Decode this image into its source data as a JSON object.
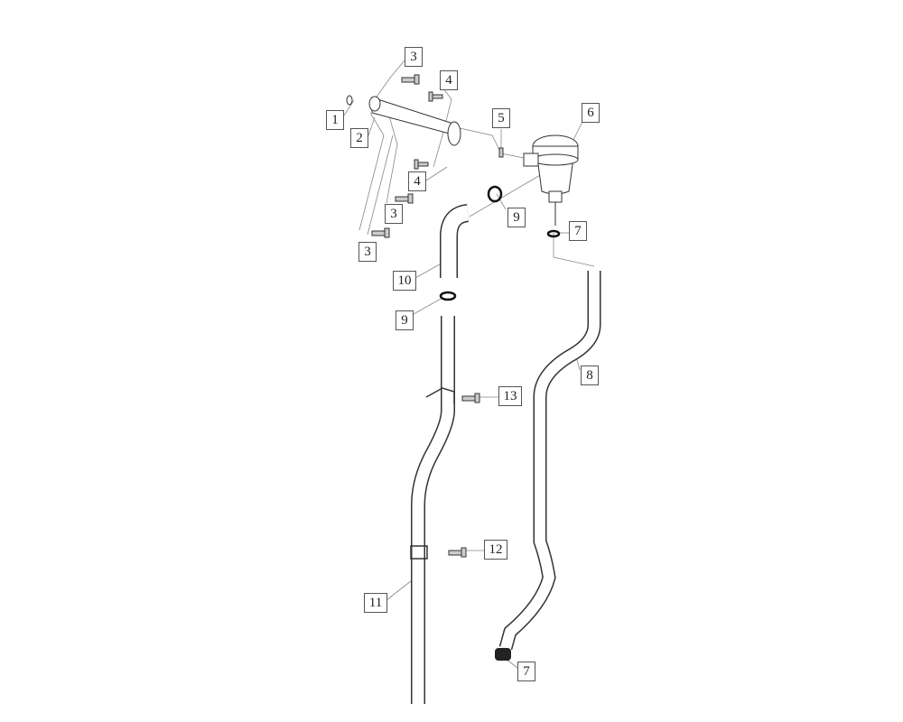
{
  "diagram": {
    "colors": {
      "line": "#333333",
      "leader": "#888888",
      "box_border": "#555555"
    },
    "callouts": [
      {
        "id": "c3a",
        "label": "3"
      },
      {
        "id": "c4a",
        "label": "4"
      },
      {
        "id": "c1",
        "label": "1"
      },
      {
        "id": "c2",
        "label": "2"
      },
      {
        "id": "c5",
        "label": "5"
      },
      {
        "id": "c6",
        "label": "6"
      },
      {
        "id": "c4b",
        "label": "4"
      },
      {
        "id": "c3b",
        "label": "3"
      },
      {
        "id": "c9a",
        "label": "9"
      },
      {
        "id": "c3c",
        "label": "3"
      },
      {
        "id": "c7a",
        "label": "7"
      },
      {
        "id": "c10",
        "label": "10"
      },
      {
        "id": "c9b",
        "label": "9"
      },
      {
        "id": "c8",
        "label": "8"
      },
      {
        "id": "c13",
        "label": "13"
      },
      {
        "id": "c12",
        "label": "12"
      },
      {
        "id": "c11",
        "label": "11"
      },
      {
        "id": "c7b",
        "label": "7"
      }
    ]
  }
}
